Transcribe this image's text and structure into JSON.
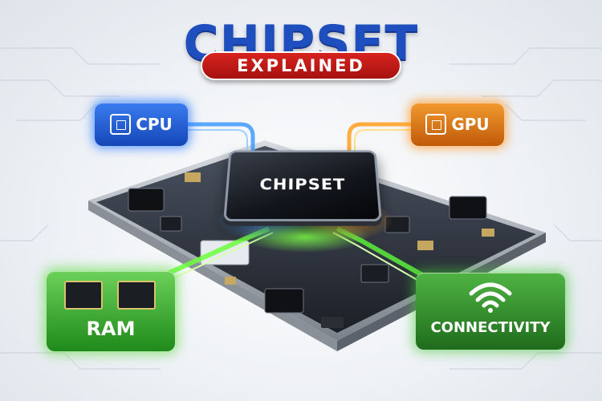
{
  "title": "CHIPSET",
  "subtitle": "EXPLAINED",
  "center_chip_label": "CHIPSET",
  "components": {
    "cpu": "CPU",
    "gpu": "GPU",
    "ram": "RAM",
    "connectivity": "CONNECTIVITY"
  },
  "colors": {
    "title_blue": "#1f4fbf",
    "banner_red": "#c41a17",
    "cpu_blue": "#2a63dc",
    "gpu_orange": "#e07a1c",
    "ram_green": "#3fae32",
    "connectivity_green": "#34913a"
  }
}
